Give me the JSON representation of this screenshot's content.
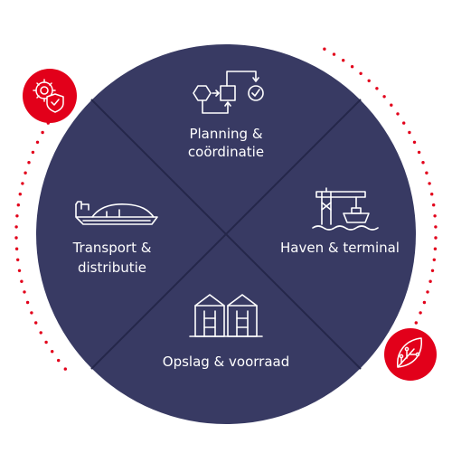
{
  "colors": {
    "circle": "#383a63",
    "divider": "#25274a",
    "icon_stroke": "#ffffff",
    "accent": "#e2001a",
    "dots": "#e2001a"
  },
  "segments": {
    "top": {
      "line1": "Planning &",
      "line2": "coördinatie",
      "icon": "workflow-icon"
    },
    "left": {
      "line1": "Transport &",
      "line2": "distributie",
      "icon": "ship-icon"
    },
    "right": {
      "line1": "Haven & terminal",
      "icon": "port-crane-icon"
    },
    "bottom": {
      "line1": "Opslag & voorraad",
      "icon": "silo-icon"
    }
  },
  "badges": {
    "top_left": {
      "icon": "gear-shield-icon"
    },
    "bottom_right": {
      "icon": "circuit-leaf-icon"
    }
  }
}
